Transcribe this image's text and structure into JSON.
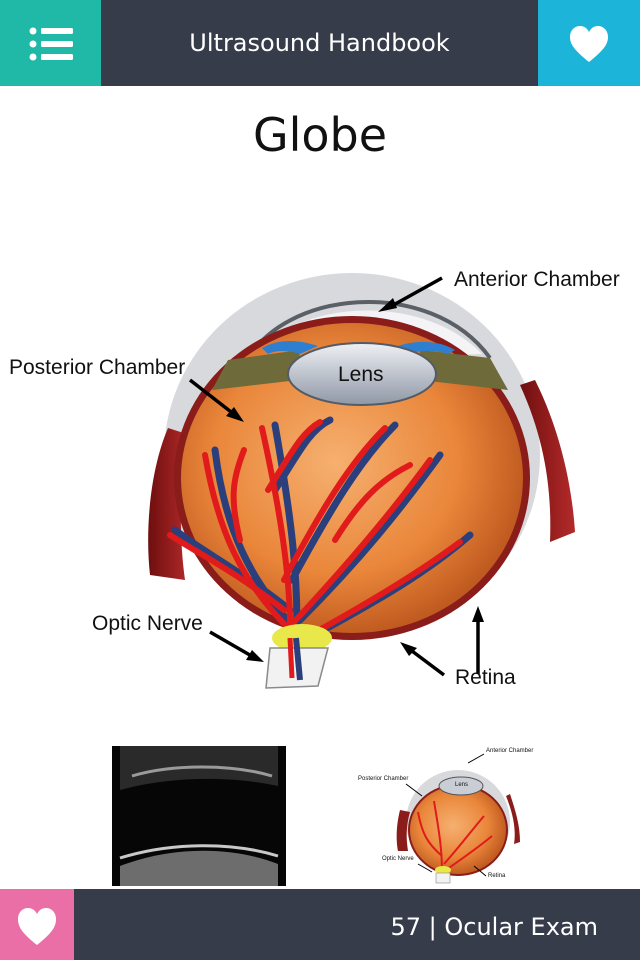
{
  "header": {
    "title": "Ultrasound Handbook",
    "menu_icon": "list-icon",
    "favorite_icon": "heart-icon"
  },
  "page": {
    "title": "Globe"
  },
  "diagram": {
    "labels": {
      "anterior_chamber": "Anterior Chamber",
      "posterior_chamber": "Posterior Chamber",
      "lens": "Lens",
      "optic_nerve": "Optic Nerve",
      "retina": "Retina"
    }
  },
  "footer": {
    "favorite_icon": "heart-icon",
    "page_info": "57 | Ocular Exam"
  },
  "colors": {
    "header_bg": "#363c49",
    "menu_button": "#20b8a6",
    "favorite_button": "#1cb4d8",
    "footer_favorite": "#ea6fa6",
    "vitreous": "#e9863a",
    "artery": "#e11b1b",
    "vein": "#2b3f7c"
  }
}
